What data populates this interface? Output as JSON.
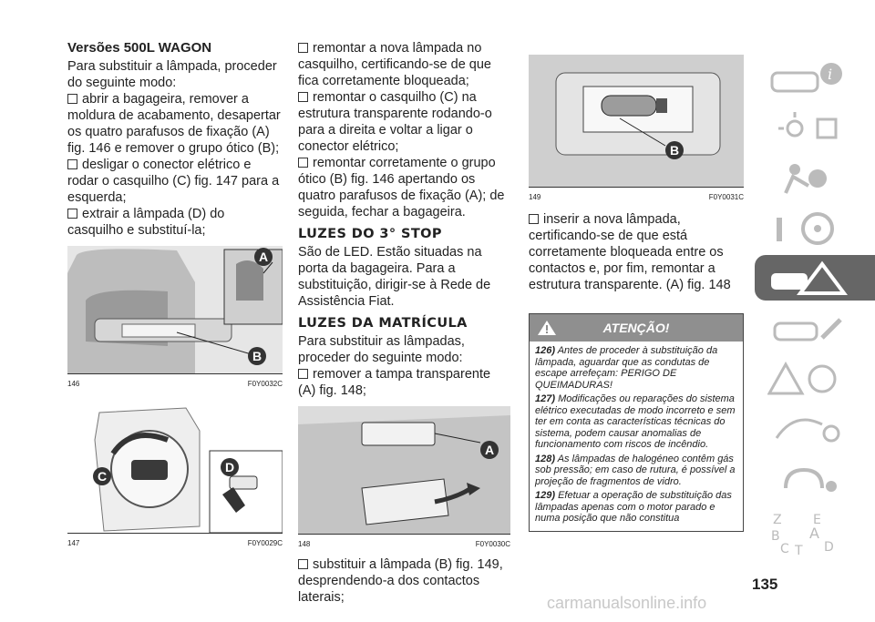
{
  "col1": {
    "heading": "Versões 500L WAGON",
    "intro": "Para substituir a lâmpada, proceder do seguinte modo:",
    "bullets": [
      "abrir a bagageira, remover a moldura de acabamento, desapertar os quatro parafusos de fixação (A) fig. 146 e remover o grupo ótico (B);",
      "desligar o conector elétrico e rodar o casquilho (C) fig. 147 para a esquerda;",
      "extrair a lâmpada (D) do casquilho e substituí-la;"
    ],
    "fig146": {
      "num": "146",
      "code": "F0Y0032C",
      "labels": [
        "A",
        "B"
      ]
    },
    "fig147": {
      "num": "147",
      "code": "F0Y0029C",
      "labels": [
        "C",
        "D"
      ]
    }
  },
  "col2": {
    "bullets": [
      "remontar a nova lâmpada no casquilho, certificando-se de que fica corretamente bloqueada;",
      "remontar o casquilho (C) na estrutura transparente rodando-o para a direita e voltar a ligar o conector elétrico;",
      "remontar corretamente o grupo ótico (B) fig. 146 apertando os quatro parafusos de fixação (A); de seguida, fechar a bagageira."
    ],
    "stop_heading": "LUZES DO 3° STOP",
    "stop_text": "São de LED. Estão situadas na porta da bagageira. Para a substituição, dirigir-se à Rede de Assistência Fiat.",
    "plate_heading": "LUZES DA MATRÍCULA",
    "plate_intro": "Para substituir as lâmpadas, proceder do seguinte modo:",
    "plate_bullet1": "remover a tampa transparente (A) fig. 148;",
    "fig148": {
      "num": "148",
      "code": "F0Y0030C",
      "labels": [
        "A"
      ]
    },
    "plate_bullet2": "substituir a lâmpada (B) fig. 149, desprendendo-a dos contactos laterais;"
  },
  "col3": {
    "fig149": {
      "num": "149",
      "code": "F0Y0031C",
      "labels": [
        "B"
      ]
    },
    "bullet": "inserir a nova lâmpada, certificando-se de que está corretamente bloqueada entre os contactos e, por fim, remontar a estrutura transparente. (A) fig. 148",
    "warning": {
      "title": "ATENÇÃO!",
      "items": [
        {
          "num": "126)",
          "text": "Antes de proceder à substituição da lâmpada, aguardar que as condutas de escape arrefeçam: PERIGO DE QUEIMADURAS!"
        },
        {
          "num": "127)",
          "text": "Modificações ou reparações do sistema elétrico executadas de modo incorreto e sem ter em conta as características técnicas do sistema, podem causar anomalias de funcionamento com riscos de incêndio."
        },
        {
          "num": "128)",
          "text": "As lâmpadas de halogéneo contêm gás sob pressão; em caso de rutura, é possível a projeção de fragmentos de vidro."
        },
        {
          "num": "129)",
          "text": "Efetuar a operação de substituição das lâmpadas apenas com o motor parado e numa posição que não constitua"
        }
      ]
    }
  },
  "page_number": "135",
  "watermark": "carmanualsonline.info",
  "sidebar_tabs": [
    "car-info-icon",
    "lights-icon",
    "airbag-icon",
    "steering-wheel-icon",
    "warning-car-icon",
    "service-icon",
    "road-sign-icon",
    "technical-data-icon",
    "multimedia-icon",
    "index-icon"
  ],
  "sidebar_letters": [
    "Z",
    "E",
    "B",
    "A",
    "C",
    "T",
    "D"
  ]
}
